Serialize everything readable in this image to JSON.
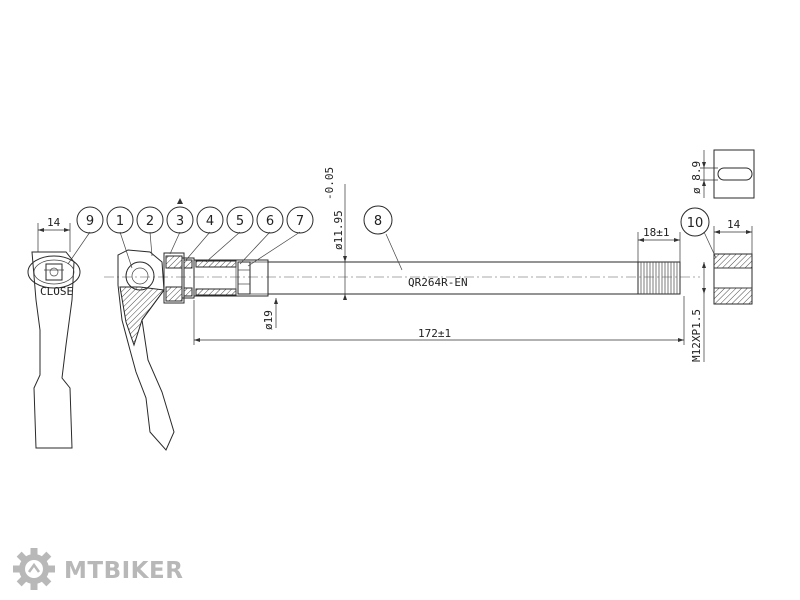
{
  "balloons": [
    "9",
    "1",
    "2",
    "3",
    "4",
    "5",
    "6",
    "7",
    "8",
    "10"
  ],
  "labels": {
    "close": "CLOSE",
    "part_code": "QR264R-EN",
    "thread": "M12XP1.5"
  },
  "dimensions": {
    "lever_width": "14",
    "nut_width": "14",
    "thread_length": "18±1",
    "axle_length": "172±1",
    "head_diameter": "ø19",
    "nut_hole": "ø 8.9",
    "axle_diameter": "ø11.95",
    "axle_tolerance": "-0.05"
  },
  "logo": {
    "name": "MTBIKER"
  },
  "colors": {
    "line": "#2a2a2a",
    "logo": "#b8b8b8"
  }
}
